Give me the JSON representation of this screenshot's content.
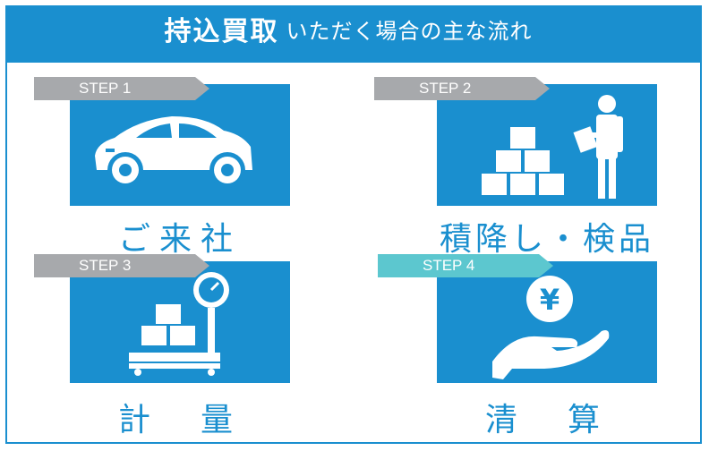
{
  "header": {
    "title_main": "持込買取",
    "title_sub": "いただく場合の主な流れ"
  },
  "colors": {
    "brand_blue": "#1a8fcf",
    "step_gray": "#a7a9ac",
    "step_active": "#5cc7cf",
    "white": "#ffffff"
  },
  "steps": [
    {
      "tag": "STEP 1",
      "caption": "ご来社",
      "icon": "car-icon"
    },
    {
      "tag": "STEP 2",
      "caption": "積降し・検品",
      "icon": "unloading-inspection-icon"
    },
    {
      "tag": "STEP 3",
      "caption": "計　量",
      "icon": "scale-icon"
    },
    {
      "tag": "STEP 4",
      "caption": "清　算",
      "icon": "yen-hand-icon"
    }
  ]
}
